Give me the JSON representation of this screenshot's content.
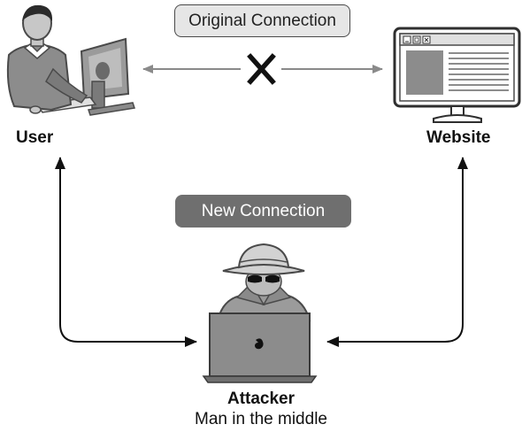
{
  "labels": {
    "original_connection": "Original Connection",
    "new_connection": "New Connection",
    "user": "User",
    "website": "Website",
    "attacker": "Attacker",
    "attacker_sub": "Man in the middle"
  },
  "icons": {
    "user": "user-at-computer-icon",
    "website": "browser-monitor-icon",
    "attacker": "hooded-hacker-laptop-icon",
    "blocked": "x-mark-icon"
  },
  "colors": {
    "dark": "#4a4a4a",
    "mid": "#9b9b9b",
    "light": "#e6e6e6",
    "new_pill": "#6f6f6f"
  }
}
